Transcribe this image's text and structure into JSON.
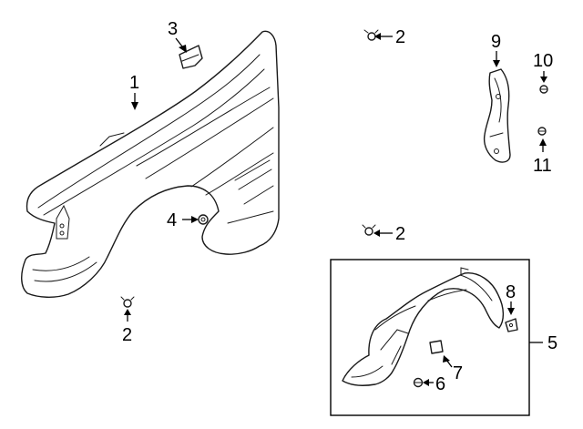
{
  "diagram": {
    "callouts": {
      "c1": "1",
      "c2a": "2",
      "c2b": "2",
      "c2c": "2",
      "c3": "3",
      "c4": "4",
      "c5": "5",
      "c6": "6",
      "c7": "7",
      "c8": "8",
      "c9": "9",
      "c10": "10",
      "c11": "11"
    }
  }
}
